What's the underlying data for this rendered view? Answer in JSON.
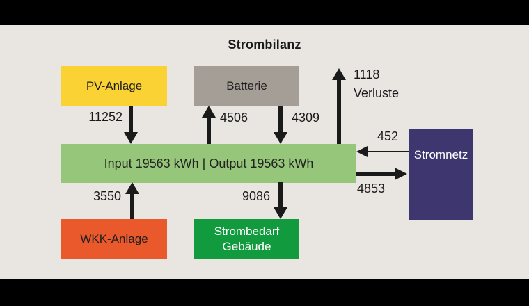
{
  "title": "Strombilanz",
  "nodes": {
    "pv": {
      "label": "PV-Anlage",
      "color": "#fbd234"
    },
    "battery": {
      "label": "Batterie",
      "color": "#a59e97"
    },
    "bus": {
      "label": "Input 19563 kWh | Output 19563 kWh",
      "color": "#95c67a",
      "input_kwh": "19563",
      "output_kwh": "19563"
    },
    "grid": {
      "label": "Stromnetz",
      "color": "#3e376f"
    },
    "chp": {
      "label": "WKK-Anlage",
      "color": "#e9592c"
    },
    "demand": {
      "label_line1": "Strombedarf",
      "label_line2": "Gebäude",
      "color": "#129b3e"
    }
  },
  "flows": {
    "pv_to_bus": "11252",
    "bus_to_battery": "4506",
    "battery_to_bus": "4309",
    "losses_value": "1118",
    "losses_label": "Verluste",
    "grid_to_bus": "452",
    "bus_to_grid": "4853",
    "chp_to_bus": "3550",
    "bus_to_demand": "9086"
  }
}
